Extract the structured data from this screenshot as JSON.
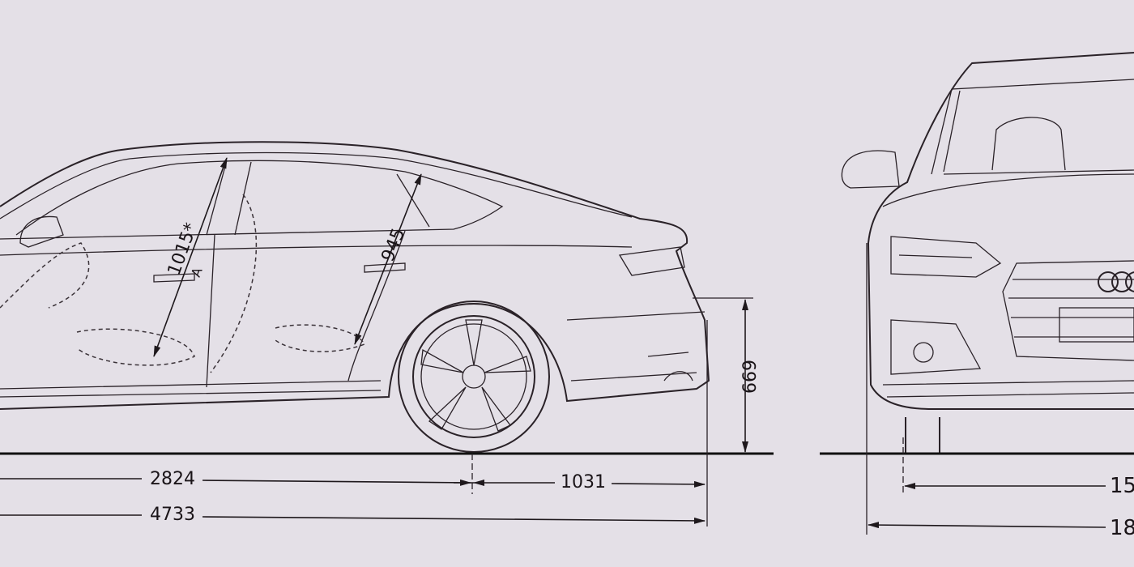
{
  "side_view": {
    "door_height_front": "1015*",
    "door_marker": "A",
    "door_height_rear": "945",
    "boot_sill_height": "669",
    "wheelbase": "2824",
    "rear_overhang": "1031",
    "overall_length": "4733"
  },
  "front_view": {
    "track_partial": "15",
    "width_partial": "18"
  },
  "colors": {
    "background": "#e4e0e7",
    "line": "#2a2228"
  }
}
